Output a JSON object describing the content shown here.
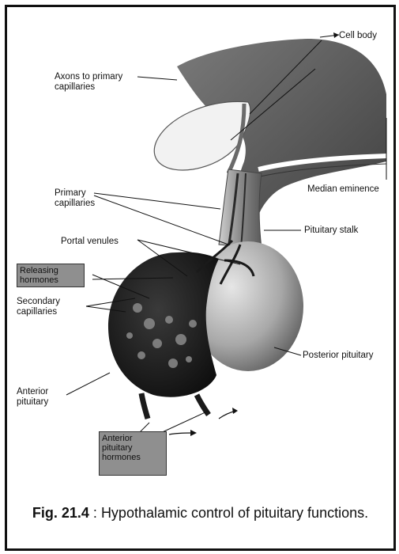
{
  "labels": {
    "cell_body": "Cell body",
    "axons": "Axons to primary capillaries",
    "median_eminence": "Median eminence",
    "primary_capillaries": "Primary capillaries",
    "pituitary_stalk": "Pituitary stalk",
    "portal_venules": "Portal venules",
    "releasing_hormones": "Releasing hormones",
    "secondary_capillaries": "Secondary capillaries",
    "posterior_pituitary": "Posterior pituitary",
    "anterior_pituitary": "Anterior pituitary",
    "anterior_pituitary_hormones": "Anterior pituitary hormones"
  },
  "caption": {
    "figure_number": "Fig. 21.4",
    "separator": " : ",
    "text": "Hypothalamic control of pituitary functions."
  },
  "colors": {
    "hypothalamus": "#5a5a5a",
    "posterior_lobe": "#9a9a9a",
    "anterior_lobe": "#1e1e1e",
    "label_box": "#8f8f8f"
  }
}
